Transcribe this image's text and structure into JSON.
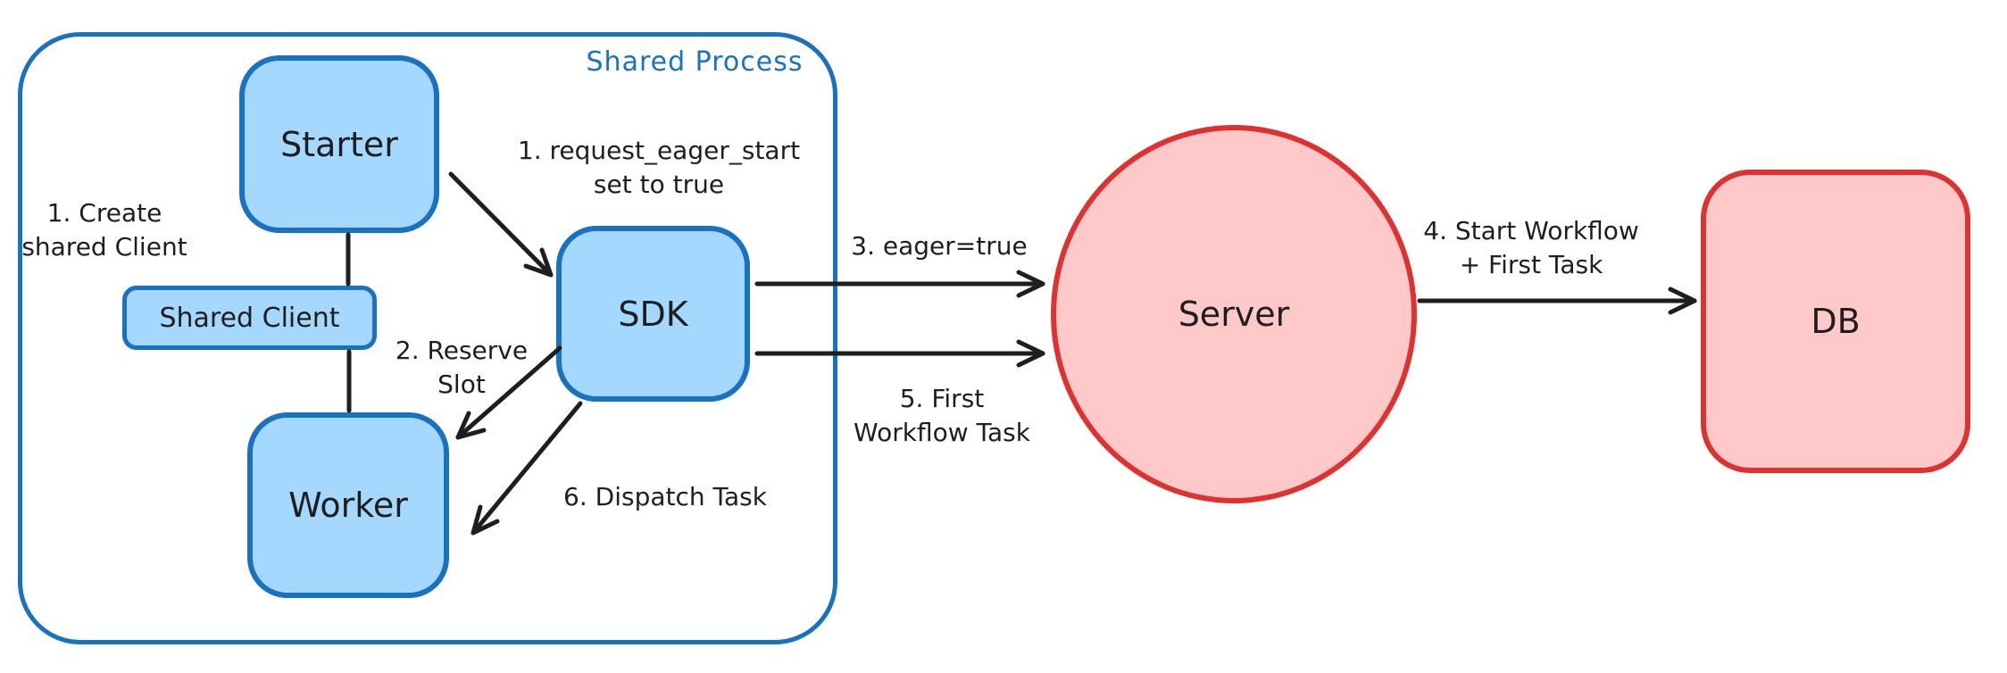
{
  "diagram": {
    "shared_process": {
      "label": "Shared Process"
    },
    "nodes": {
      "starter": "Starter",
      "shared_client": "Shared Client",
      "worker": "Worker",
      "sdk": "SDK",
      "server": "Server",
      "db": "DB"
    },
    "annotations": {
      "create_client": {
        "line1": "1. Create",
        "line2": "shared Client"
      },
      "request_eager": {
        "line1": "1. request_eager_start",
        "line2": "set to true"
      },
      "reserve_slot": {
        "line1": "2. Reserve",
        "line2": "Slot"
      },
      "eager_true": "3. eager=true",
      "start_workflow": {
        "line1": "4. Start Workflow",
        "line2": "+ First Task"
      },
      "first_workflow_task": {
        "line1": "5. First",
        "line2": "Workflow Task"
      },
      "dispatch_task": "6. Dispatch Task"
    },
    "colors": {
      "blue_stroke": "#1971c2",
      "blue_fill": "#a5d8ff",
      "red_stroke": "#e03131",
      "red_fill": "#ffc9c9",
      "ink": "#1e1e1e"
    }
  }
}
